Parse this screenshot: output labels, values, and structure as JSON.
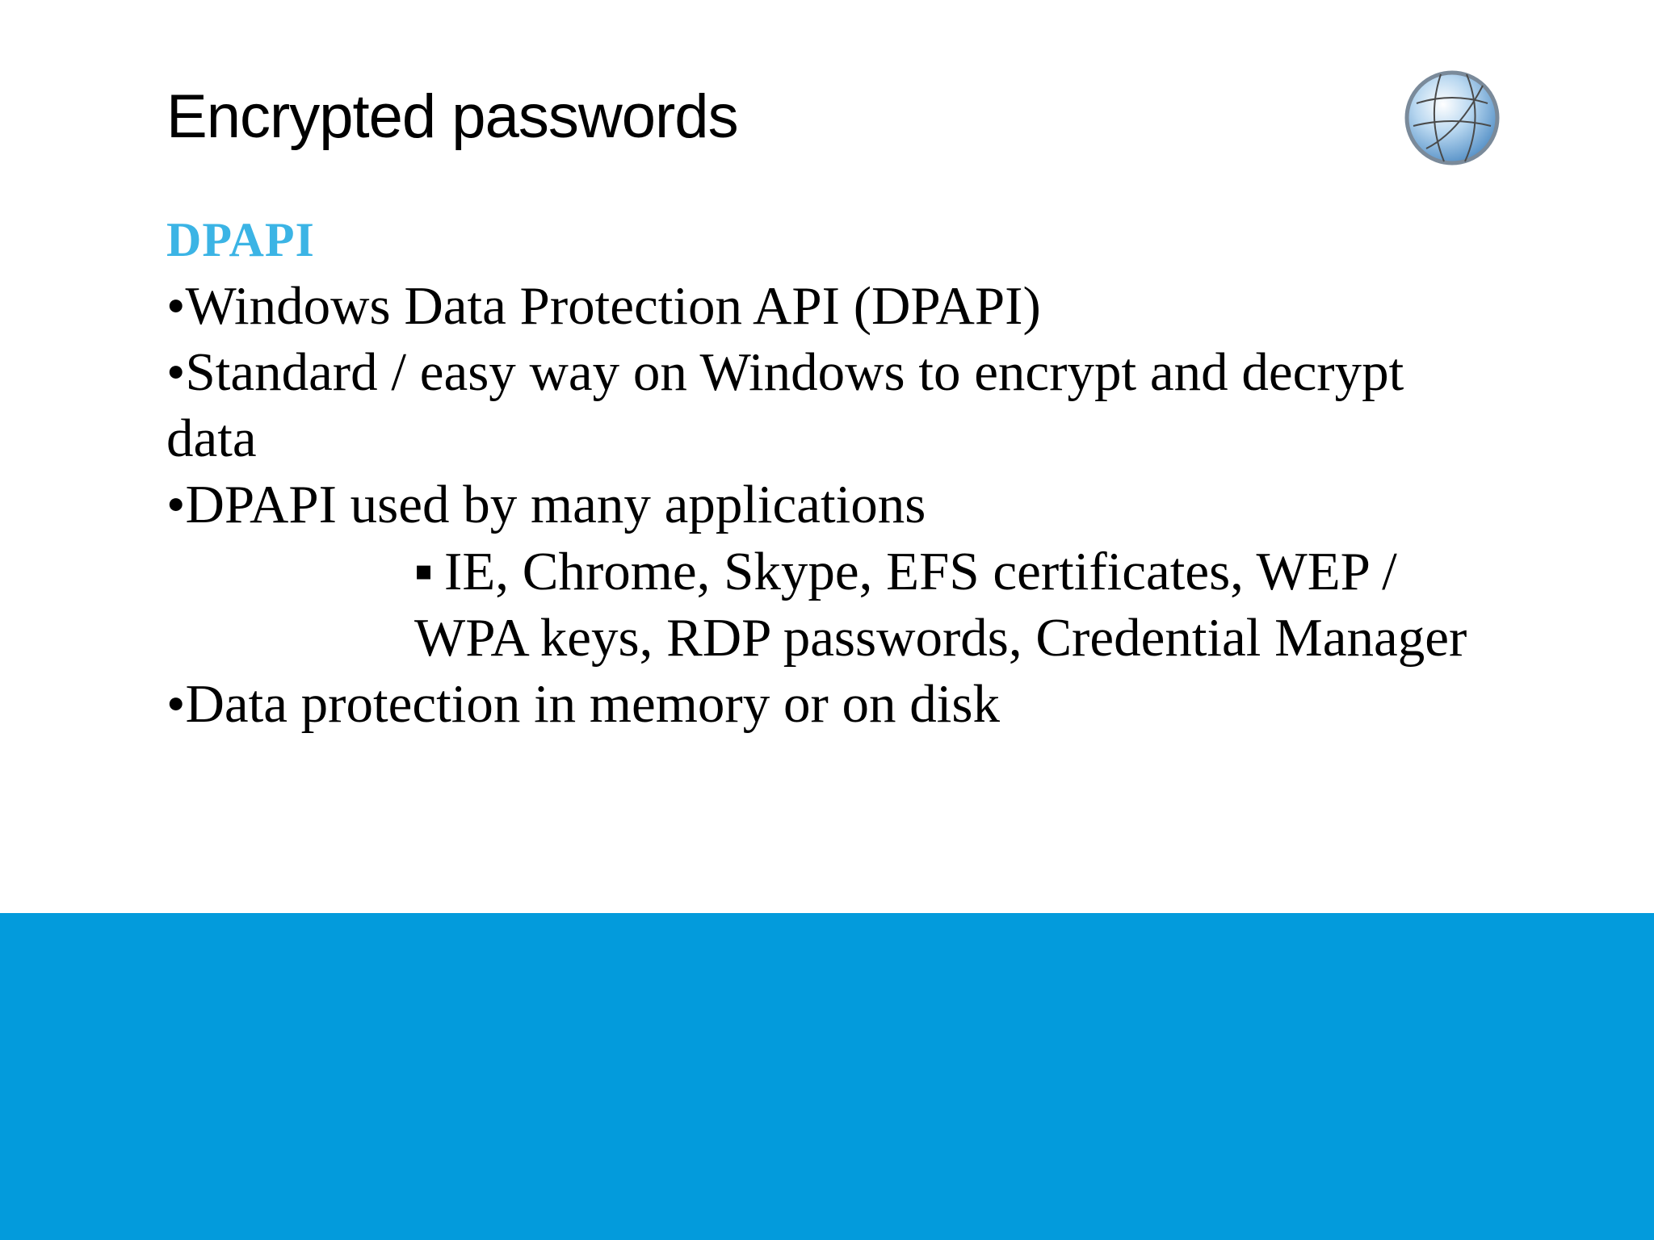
{
  "slide": {
    "title": "Encrypted passwords",
    "logo_icon": "globe-icon",
    "section_heading": "DPAPI",
    "bullets": [
      "•Windows Data Protection API (DPAPI)",
      "•Standard / easy way on Windows to encrypt and decrypt data",
      "•DPAPI used by many applications"
    ],
    "sub_bullet_marker": "▪",
    "sub_bullet": "IE, Chrome, Skype, EFS certificates, WEP / WPA keys, RDP passwords, Credential Manager",
    "last_bullet": "•Data protection in memory or on disk"
  },
  "colors": {
    "heading_accent": "#3bb4e5",
    "footer_band": "#039bdc",
    "text": "#000000",
    "background": "#ffffff"
  }
}
